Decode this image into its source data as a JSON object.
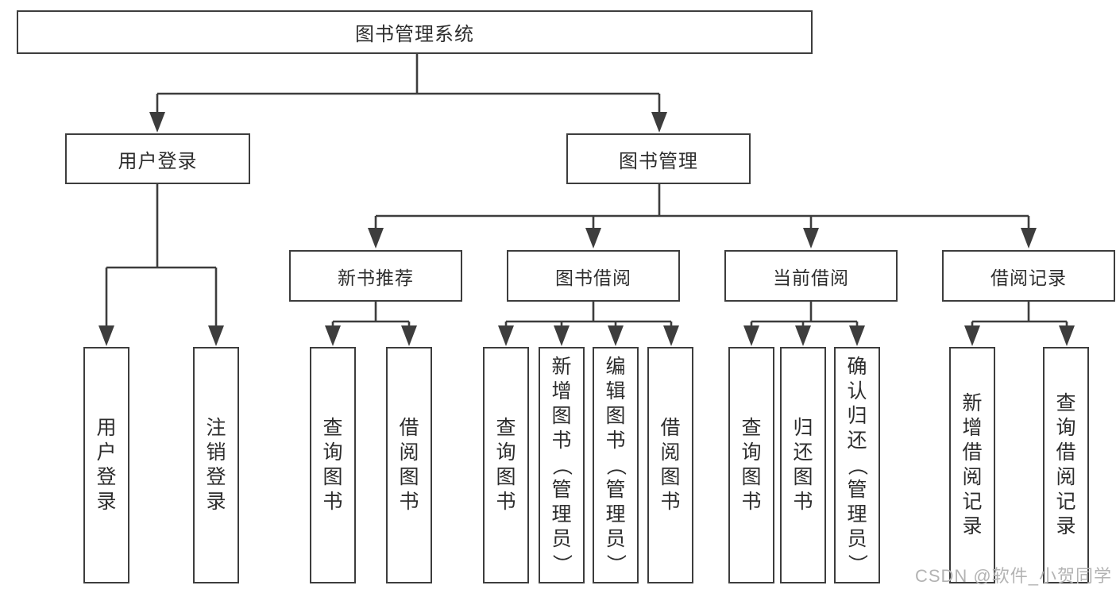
{
  "colors": {
    "line": "#3d3d3d",
    "text": "#2d2d2d",
    "box_bg": "#ffffff",
    "watermark": "#b3b3b3"
  },
  "watermark": "CSDN @软件_小贺同学",
  "tree": {
    "root": {
      "label": "图书管理系统"
    },
    "branches": [
      {
        "label": "用户登录",
        "leaves": [
          {
            "label": "用户登录"
          },
          {
            "label": "注销登录"
          }
        ]
      },
      {
        "label": "图书管理",
        "children": [
          {
            "label": "新书推荐",
            "leaves": [
              {
                "label": "查询图书"
              },
              {
                "label": "借阅图书"
              }
            ]
          },
          {
            "label": "图书借阅",
            "leaves": [
              {
                "label": "查询图书"
              },
              {
                "label": "新增图书（管理员）"
              },
              {
                "label": "编辑图书（管理员）"
              },
              {
                "label": "借阅图书"
              }
            ]
          },
          {
            "label": "当前借阅",
            "leaves": [
              {
                "label": "查询图书"
              },
              {
                "label": "归还图书"
              },
              {
                "label": "确认归还（管理员）"
              }
            ]
          },
          {
            "label": "借阅记录",
            "leaves": [
              {
                "label": "新增借阅记录"
              },
              {
                "label": "查询借阅记录"
              }
            ]
          }
        ]
      }
    ]
  }
}
